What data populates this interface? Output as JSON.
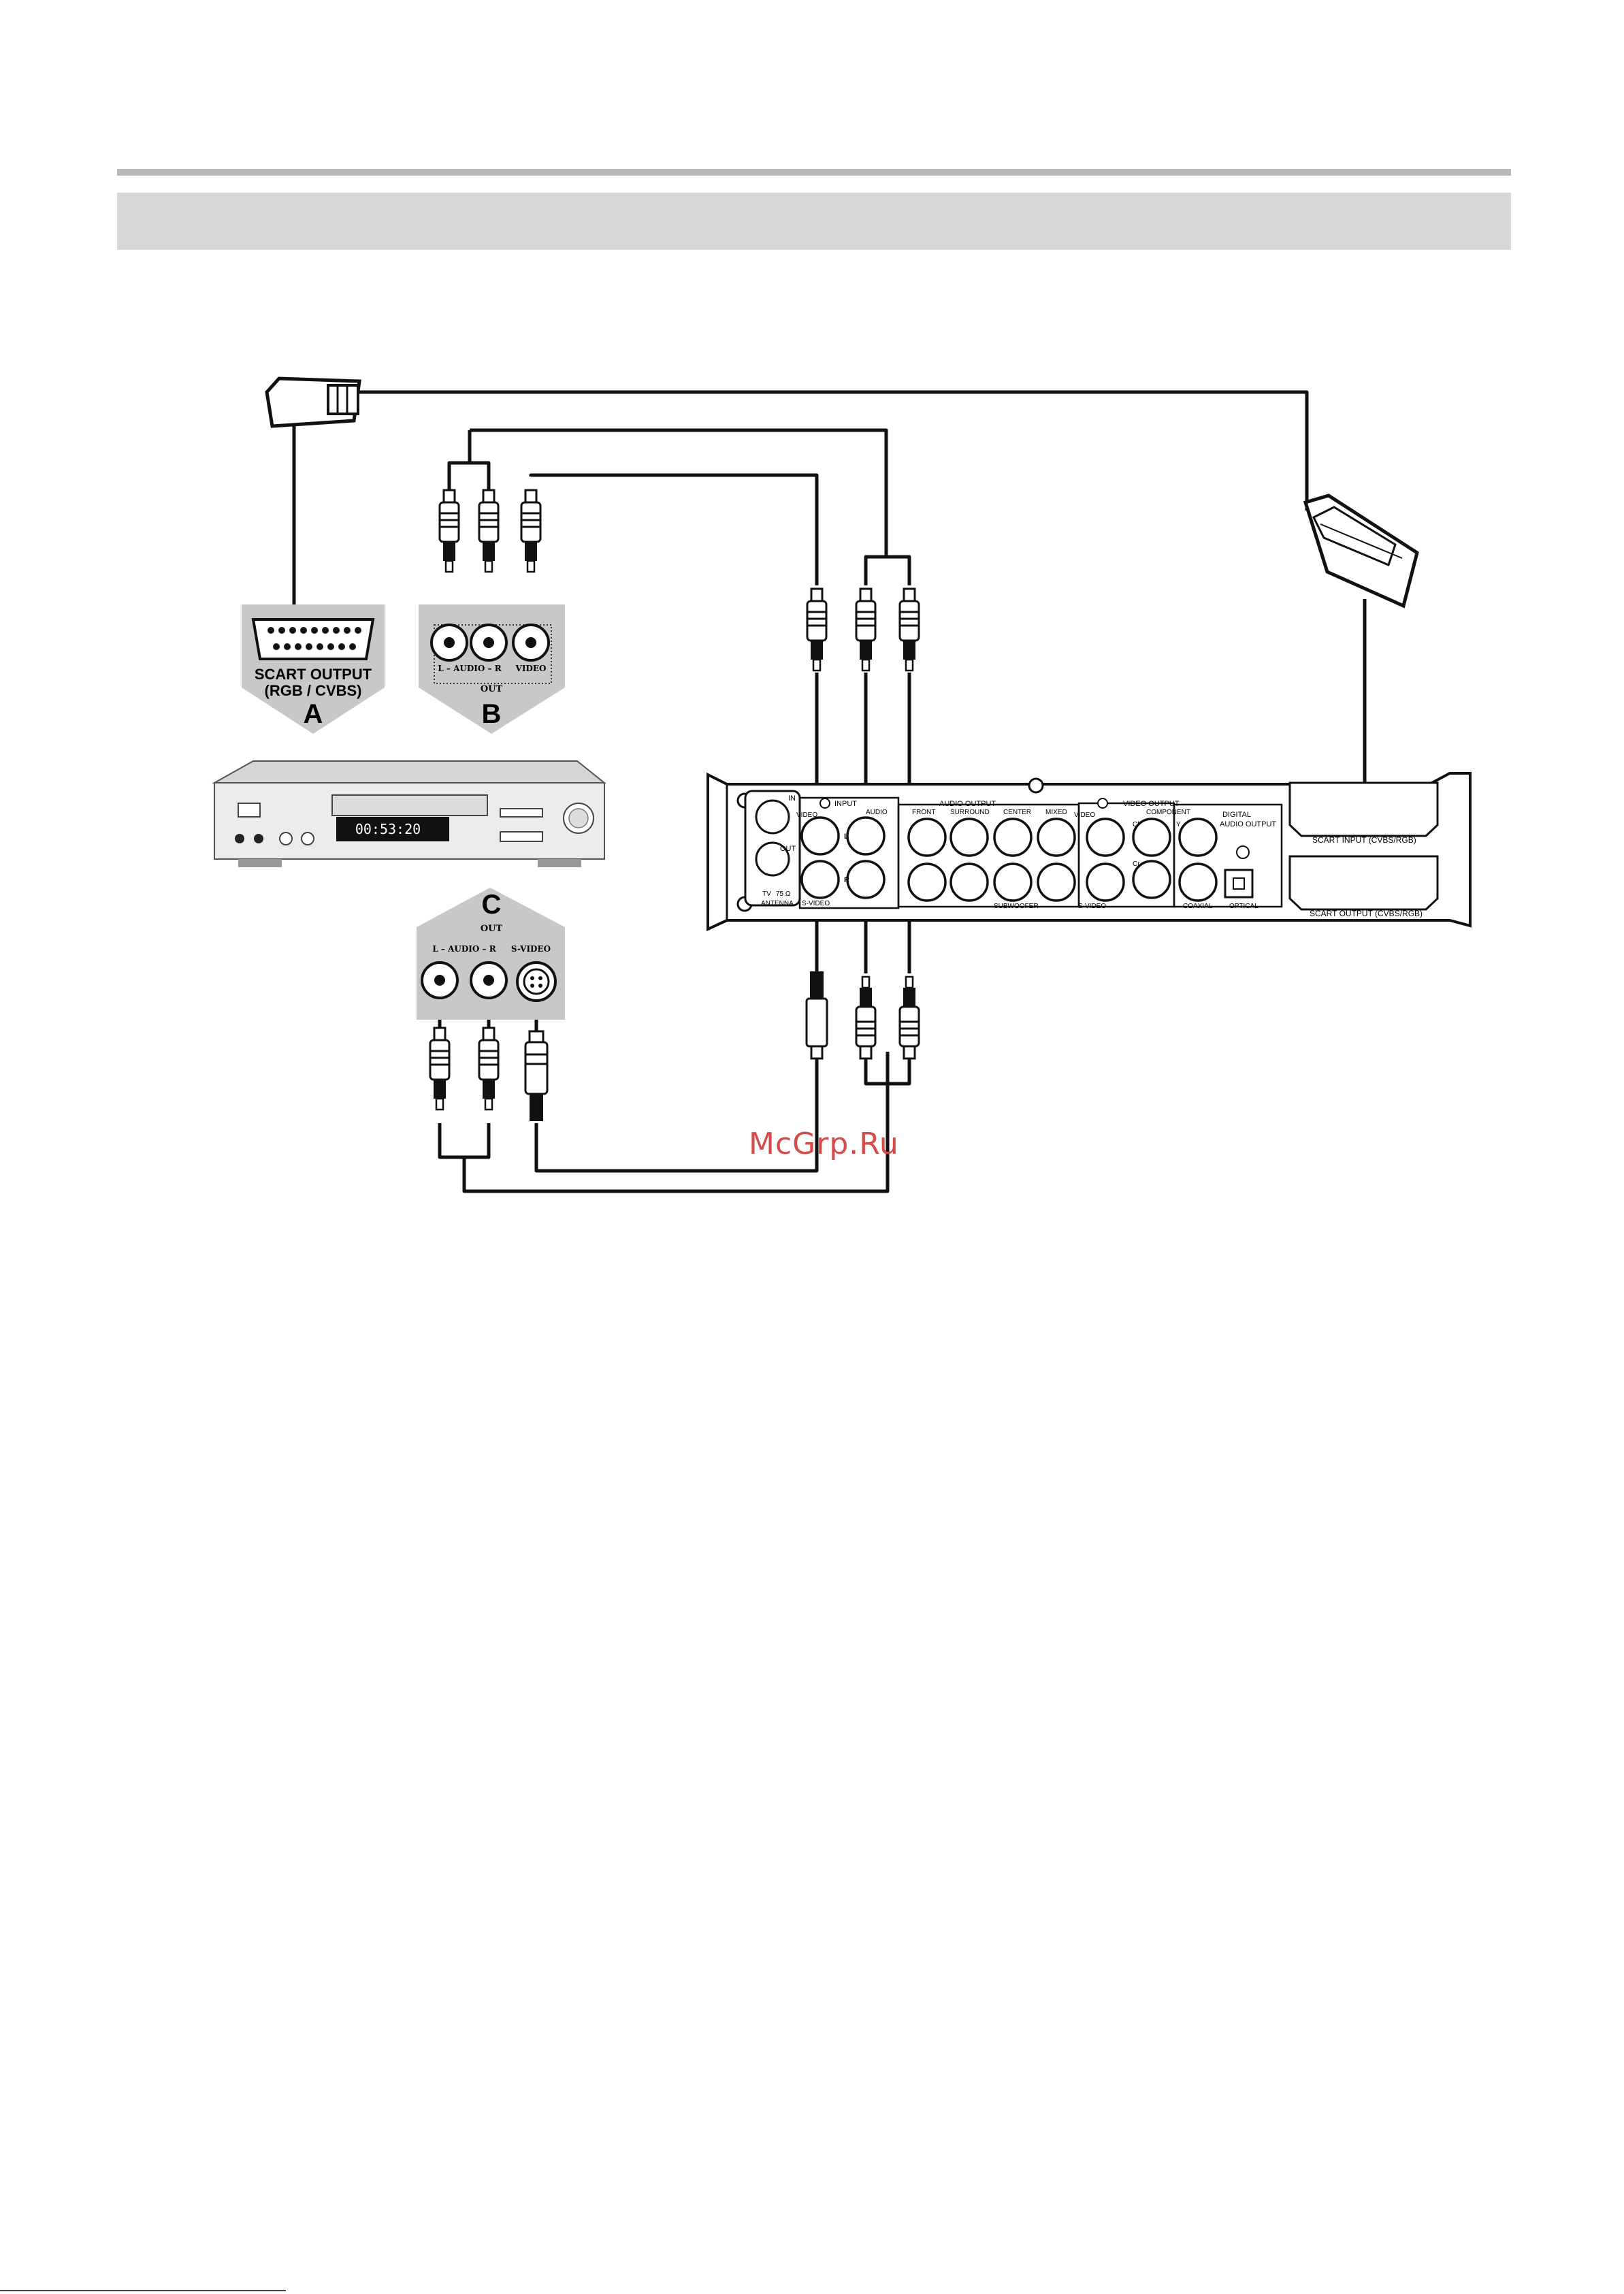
{
  "diagram": {
    "panel_a": {
      "line1": "SCART OUTPUT",
      "line2": "(RGB / CVBS)",
      "letter": "A"
    },
    "panel_b": {
      "audio": "L  –  AUDIO –  R",
      "video": "VIDEO",
      "out": "OUT",
      "letter": "B"
    },
    "panel_c": {
      "letter": "C",
      "out": "OUT",
      "audio": "L  –  AUDIO –  R",
      "svideo": "S-VIDEO"
    },
    "player_display": "00:53:20",
    "rear": {
      "in": "IN",
      "out": "OUT",
      "tv": "TV",
      "antenna_ohm": "75 Ω",
      "antenna": "ANTENNA",
      "input": "INPUT",
      "video": "VIDEO",
      "audio": "AUDIO",
      "l": "L",
      "r": "R",
      "svideo": "S-VIDEO",
      "audio_output": "AUDIO OUTPUT",
      "front": "FRONT",
      "surround": "SURROUND",
      "center": "CENTER",
      "mixed": "MIXED",
      "subwoofer": "SUBWOOFER",
      "video_output": "VIDEO OUTPUT",
      "component": "COMPONENT",
      "cb": "Cb",
      "cr": "Cr",
      "y": "Y",
      "video2": "VIDEO",
      "svideo2": "S-VIDEO",
      "digital1": "DIGITAL",
      "digital2": "AUDIO OUTPUT",
      "coaxial": "COAXIAL",
      "optical": "OPTICAL",
      "scart_in": "SCART INPUT (CVBS/RGB)",
      "scart_out": "SCART OUTPUT (CVBS/RGB)"
    }
  },
  "watermark": "McGrp.Ru",
  "colors": {
    "band": "#d7d7d7",
    "rule": "#b8b8b8",
    "panel": "#c8c8c8",
    "watermark": "#d64a4a"
  }
}
